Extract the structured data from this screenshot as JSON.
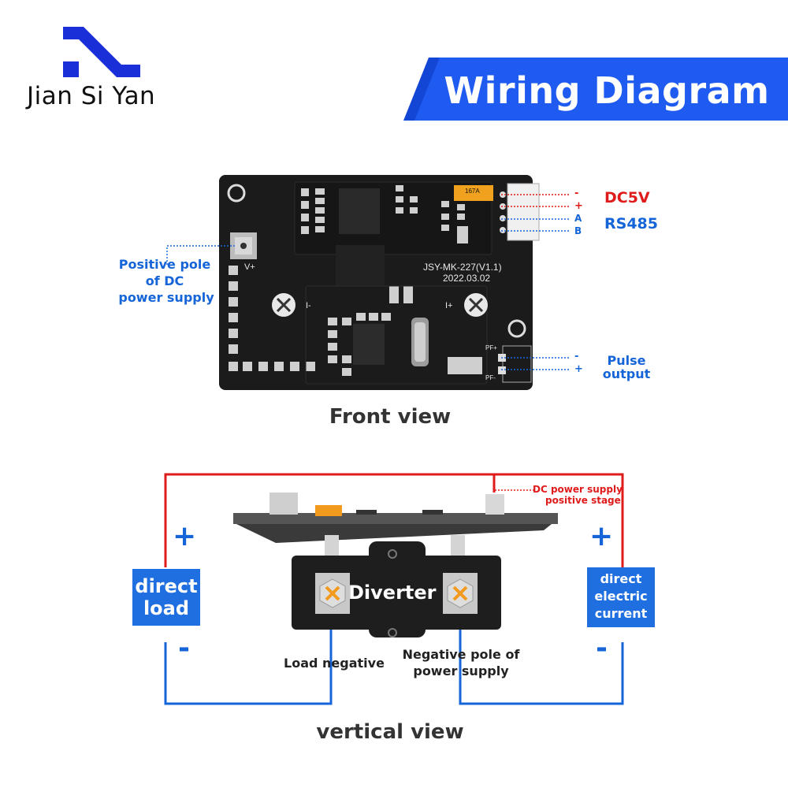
{
  "brand": {
    "name": "Jian Si Yan"
  },
  "header": {
    "title": "Wiring Diagram"
  },
  "front": {
    "caption": "Front view",
    "board": {
      "model": "JSY-MK-227(V1.1)",
      "date": "2022.03.02",
      "vplus": "V+",
      "iminus": "I-",
      "iplus": "I+",
      "pfplus": "PF+",
      "pfminus": "PF-",
      "chip": "167A"
    },
    "pins": {
      "minus": "-",
      "plus": "+",
      "a": "A",
      "b": "B",
      "pulse_minus": "-",
      "pulse_plus": "+"
    },
    "labels": {
      "dc5v": "DC5V",
      "rs485": "RS485",
      "positive_pole_l1": "Positive pole",
      "positive_pole_l2": "of DC",
      "positive_pole_l3": "power supply",
      "pulse_l1": "Pulse",
      "pulse_l2": "output"
    }
  },
  "vertical": {
    "caption": "vertical view",
    "diverter": "Diverter",
    "dc_supply_l1": "DC power supply",
    "dc_supply_l2": "positive stage",
    "left_plus": "+",
    "left_minus": "-",
    "right_plus": "+",
    "right_minus": "-",
    "direct_load_l1": "direct",
    "direct_load_l2": "load",
    "direct_current_l1": "direct",
    "direct_current_l2": "electric",
    "direct_current_l3": "current",
    "load_negative": "Load negative",
    "neg_pole_l1": "Negative pole of",
    "neg_pole_l2": "power supply"
  },
  "colors": {
    "accent_blue": "#1f6fe0",
    "wire_red": "#e01b1b",
    "wire_blue": "#1565d8",
    "logo_blue": "#1b2fd8"
  }
}
